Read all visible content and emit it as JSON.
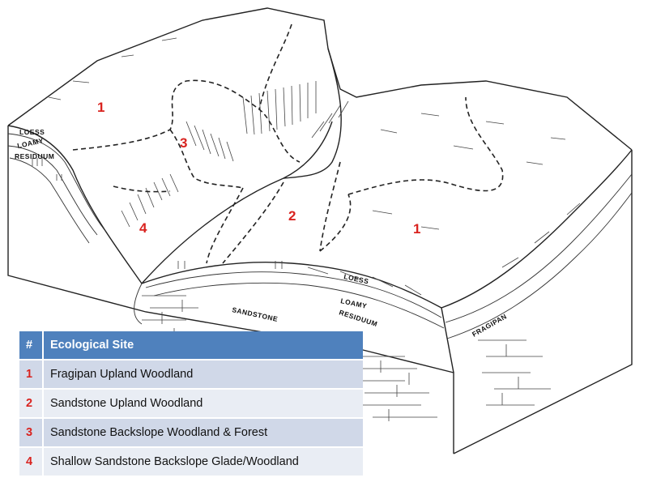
{
  "diagram": {
    "zone_labels": [
      "1",
      "3",
      "4",
      "2",
      "1"
    ],
    "layer_labels": {
      "loess_left": "LOESS",
      "loamy_left": "LOAMY",
      "residuum_left": "RESIDUUM",
      "loess_center": "LOESS",
      "loamy_center": "LOAMY",
      "residuum_center": "RESIDUUM",
      "sandstone": "SANDSTONE",
      "fragipan": "FRAGIPAN"
    }
  },
  "legend": {
    "header": {
      "num": "#",
      "site": "Ecological Site"
    },
    "rows": [
      {
        "num": "1",
        "site": "Fragipan Upland Woodland"
      },
      {
        "num": "2",
        "site": "Sandstone Upland Woodland"
      },
      {
        "num": "3",
        "site": "Sandstone Backslope Woodland & Forest"
      },
      {
        "num": "4",
        "site": "Shallow Sandstone Backslope Glade/Woodland"
      }
    ]
  }
}
